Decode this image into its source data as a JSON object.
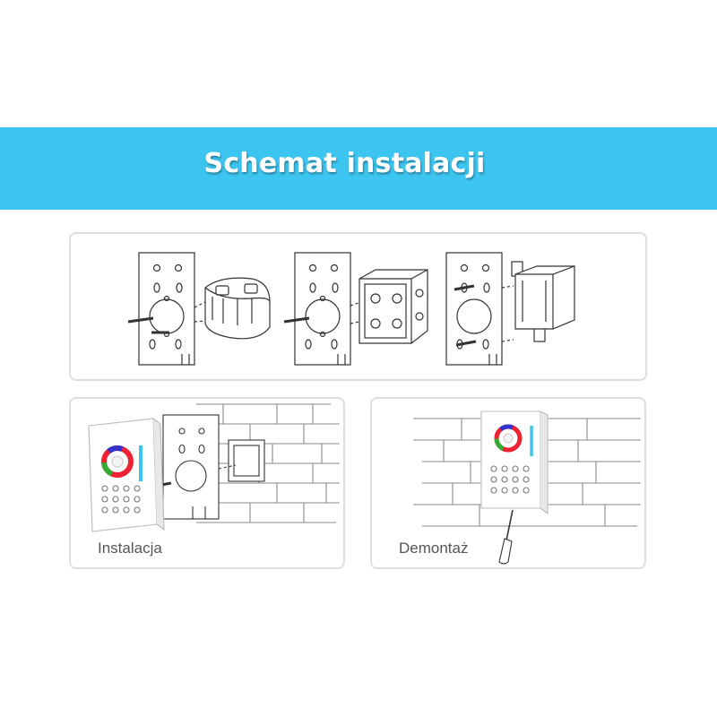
{
  "banner": {
    "title": "Schemat instalacji",
    "color": "#3cc5f0"
  },
  "steps": [
    {
      "plate": "wall-plate",
      "box": "round-junction-box"
    },
    {
      "plate": "wall-plate",
      "box": "square-junction-box"
    },
    {
      "plate": "wall-plate",
      "box": "rectangular-junction-box"
    }
  ],
  "panels": {
    "install": {
      "caption": "Instalacja"
    },
    "removal": {
      "caption": "Demontaż"
    }
  },
  "colors": {
    "border": "#dedede",
    "line": "#333333",
    "brick": "#888888"
  }
}
